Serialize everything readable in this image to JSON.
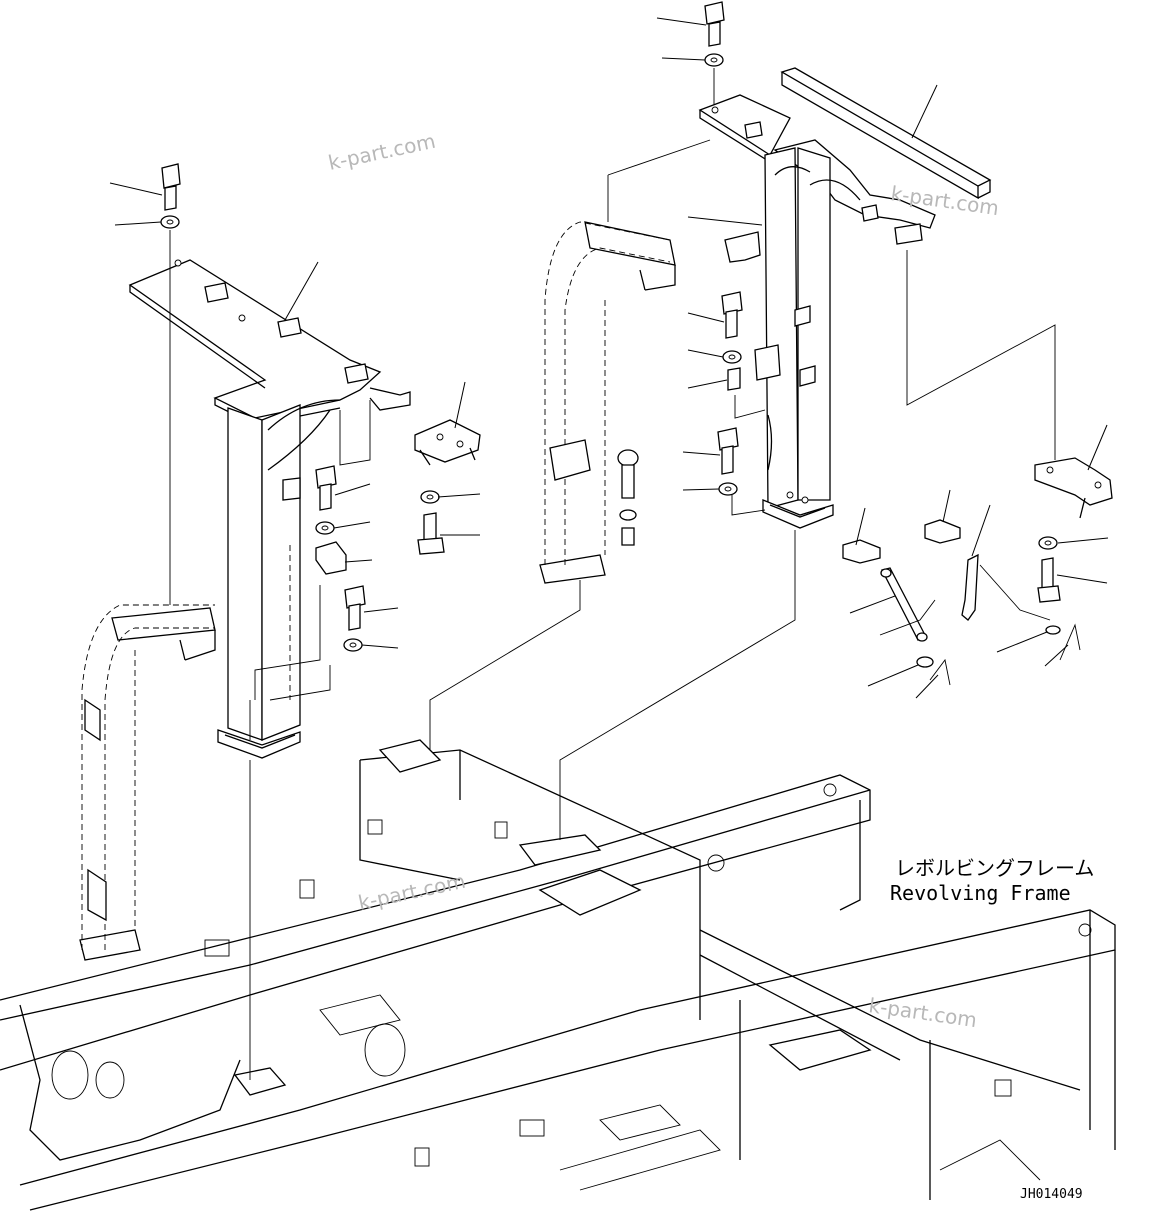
{
  "labels": {
    "frame_jp": "レボルビングフレーム",
    "frame_en": "Revolving Frame",
    "drawing_code": "JH014049"
  },
  "watermarks": [
    "k-part.com",
    "k-part.com",
    "k-part.com",
    "k-part.com"
  ],
  "colors": {
    "line": "#000000",
    "watermark": "#b8b8b8",
    "background": "#ffffff"
  }
}
